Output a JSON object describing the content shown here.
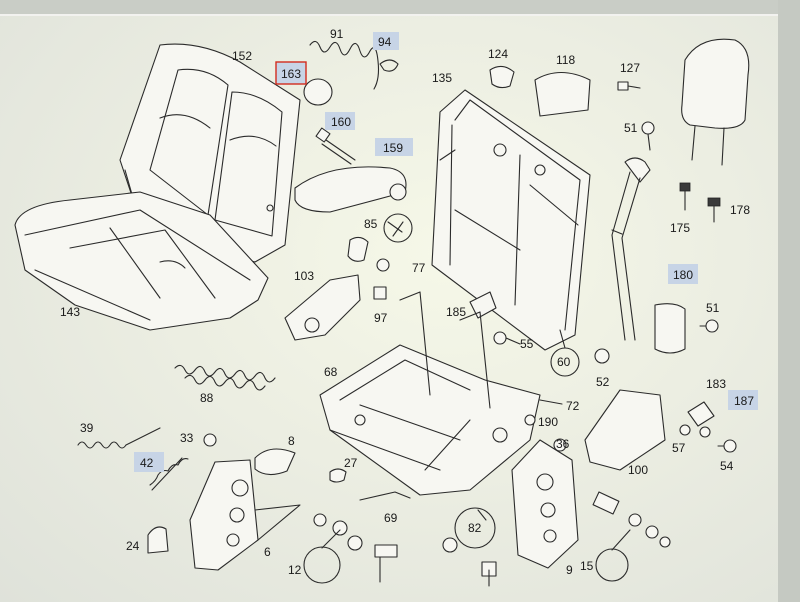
{
  "labels": {
    "l152": "152",
    "l91": "91",
    "l94": "94",
    "l163": "163",
    "l124": "124",
    "l118": "118",
    "l127": "127",
    "l135": "135",
    "l160": "160",
    "l51a": "51",
    "l159": "159",
    "l143": "143",
    "l85": "85",
    "l175": "175",
    "l178": "178",
    "l77": "77",
    "l103": "103",
    "l180": "180",
    "l97": "97",
    "l185": "185",
    "l55": "55",
    "l51b": "51",
    "l60": "60",
    "l52": "52",
    "l68": "68",
    "l88": "88",
    "l183": "183",
    "l187": "187",
    "l72": "72",
    "l190": "190",
    "l39": "39",
    "l33": "33",
    "l8": "8",
    "l36": "36",
    "l57": "57",
    "l42": "42",
    "l27": "27",
    "l100": "100",
    "l54": "54",
    "l69": "69",
    "l82": "82",
    "l24": "24",
    "l6": "6",
    "l12": "12",
    "l9": "9",
    "l15": "15"
  },
  "colors": {
    "highlight_box": "#c7d4e6",
    "selected_border": "#d32b1e",
    "line": "#2b2b2b"
  }
}
